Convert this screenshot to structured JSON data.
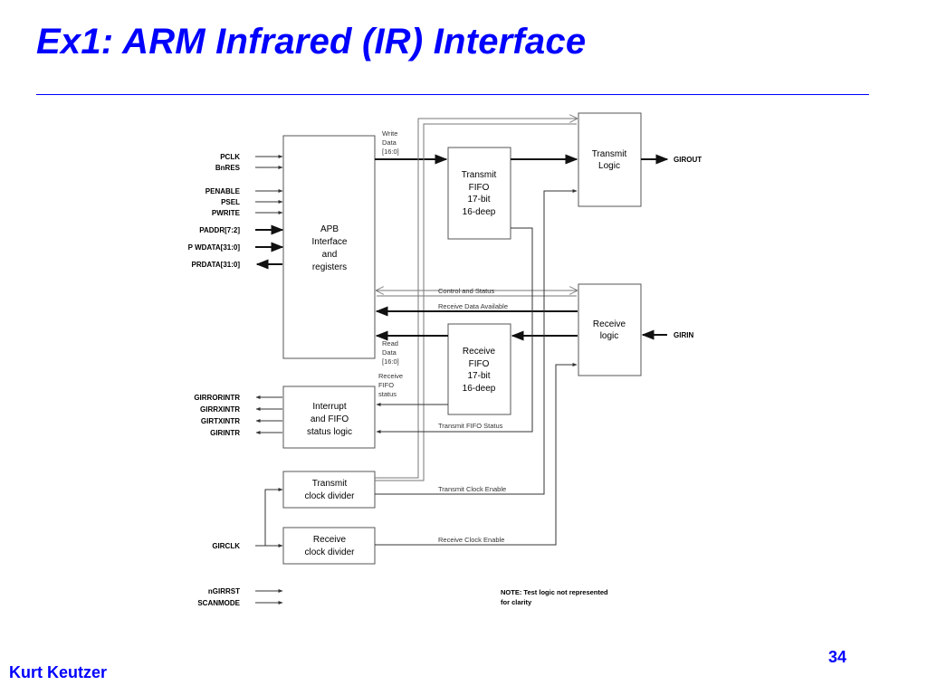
{
  "slide": {
    "title": "Ex1: ARM Infrared (IR) Interface",
    "author": "Kurt Keutzer",
    "page_number": "34",
    "colors": {
      "title": "#0000ff",
      "rule": "#0000ff"
    }
  },
  "diagram": {
    "blocks": {
      "apb": [
        "APB",
        "Interface",
        "and",
        "registers"
      ],
      "tx_fifo": [
        "Transmit",
        "FIFO",
        "17-bit",
        "16-deep"
      ],
      "tx_logic": [
        "Transmit",
        "Logic"
      ],
      "rx_logic": [
        "Receive",
        "logic"
      ],
      "rx_fifo": [
        "Receive",
        "FIFO",
        "17-bit",
        "16-deep"
      ],
      "interrupt": [
        "Interrupt",
        "and FIFO",
        "status logic"
      ],
      "tx_clk": [
        "Transmit",
        "clock divider"
      ],
      "rx_clk": [
        "Receive",
        "clock divider"
      ]
    },
    "left_signals": {
      "pclk": "PCLK",
      "bnres": "BnRES",
      "penable": "PENABLE",
      "psel": "PSEL",
      "pwrite": "PWRITE",
      "paddr": "PADDR[7:2]",
      "pwdata": "P WDATA[31:0]",
      "prdata": "PRDATA[31:0]",
      "girrorintr": "GIRRORINTR",
      "girrxintr": "GIRRXINTR",
      "girtxintr": "GIRTXINTR",
      "girintr": "GIRINTR",
      "girclk": "GIRCLK",
      "ngirrst": "nGIRRST",
      "scanmode": "SCANMODE"
    },
    "right_signals": {
      "girout": "GIROUT",
      "girin": "GIRIN"
    },
    "annotations": {
      "write_data": [
        "Write",
        "Data",
        "[16:0]"
      ],
      "read_data": [
        "Read",
        "Data",
        "[16:0]"
      ],
      "rx_fifo_status": [
        "Receive",
        "FIFO",
        "status"
      ],
      "control_status": "Control and Status",
      "rx_data_avail": "Receive Data Available",
      "tx_fifo_status": "Transmit FIFO Status",
      "tx_clk_enable": "Transmit Clock Enable",
      "rx_clk_enable": "Receive Clock Enable",
      "note": [
        "NOTE: Test logic not represented",
        "for clarity"
      ]
    }
  }
}
